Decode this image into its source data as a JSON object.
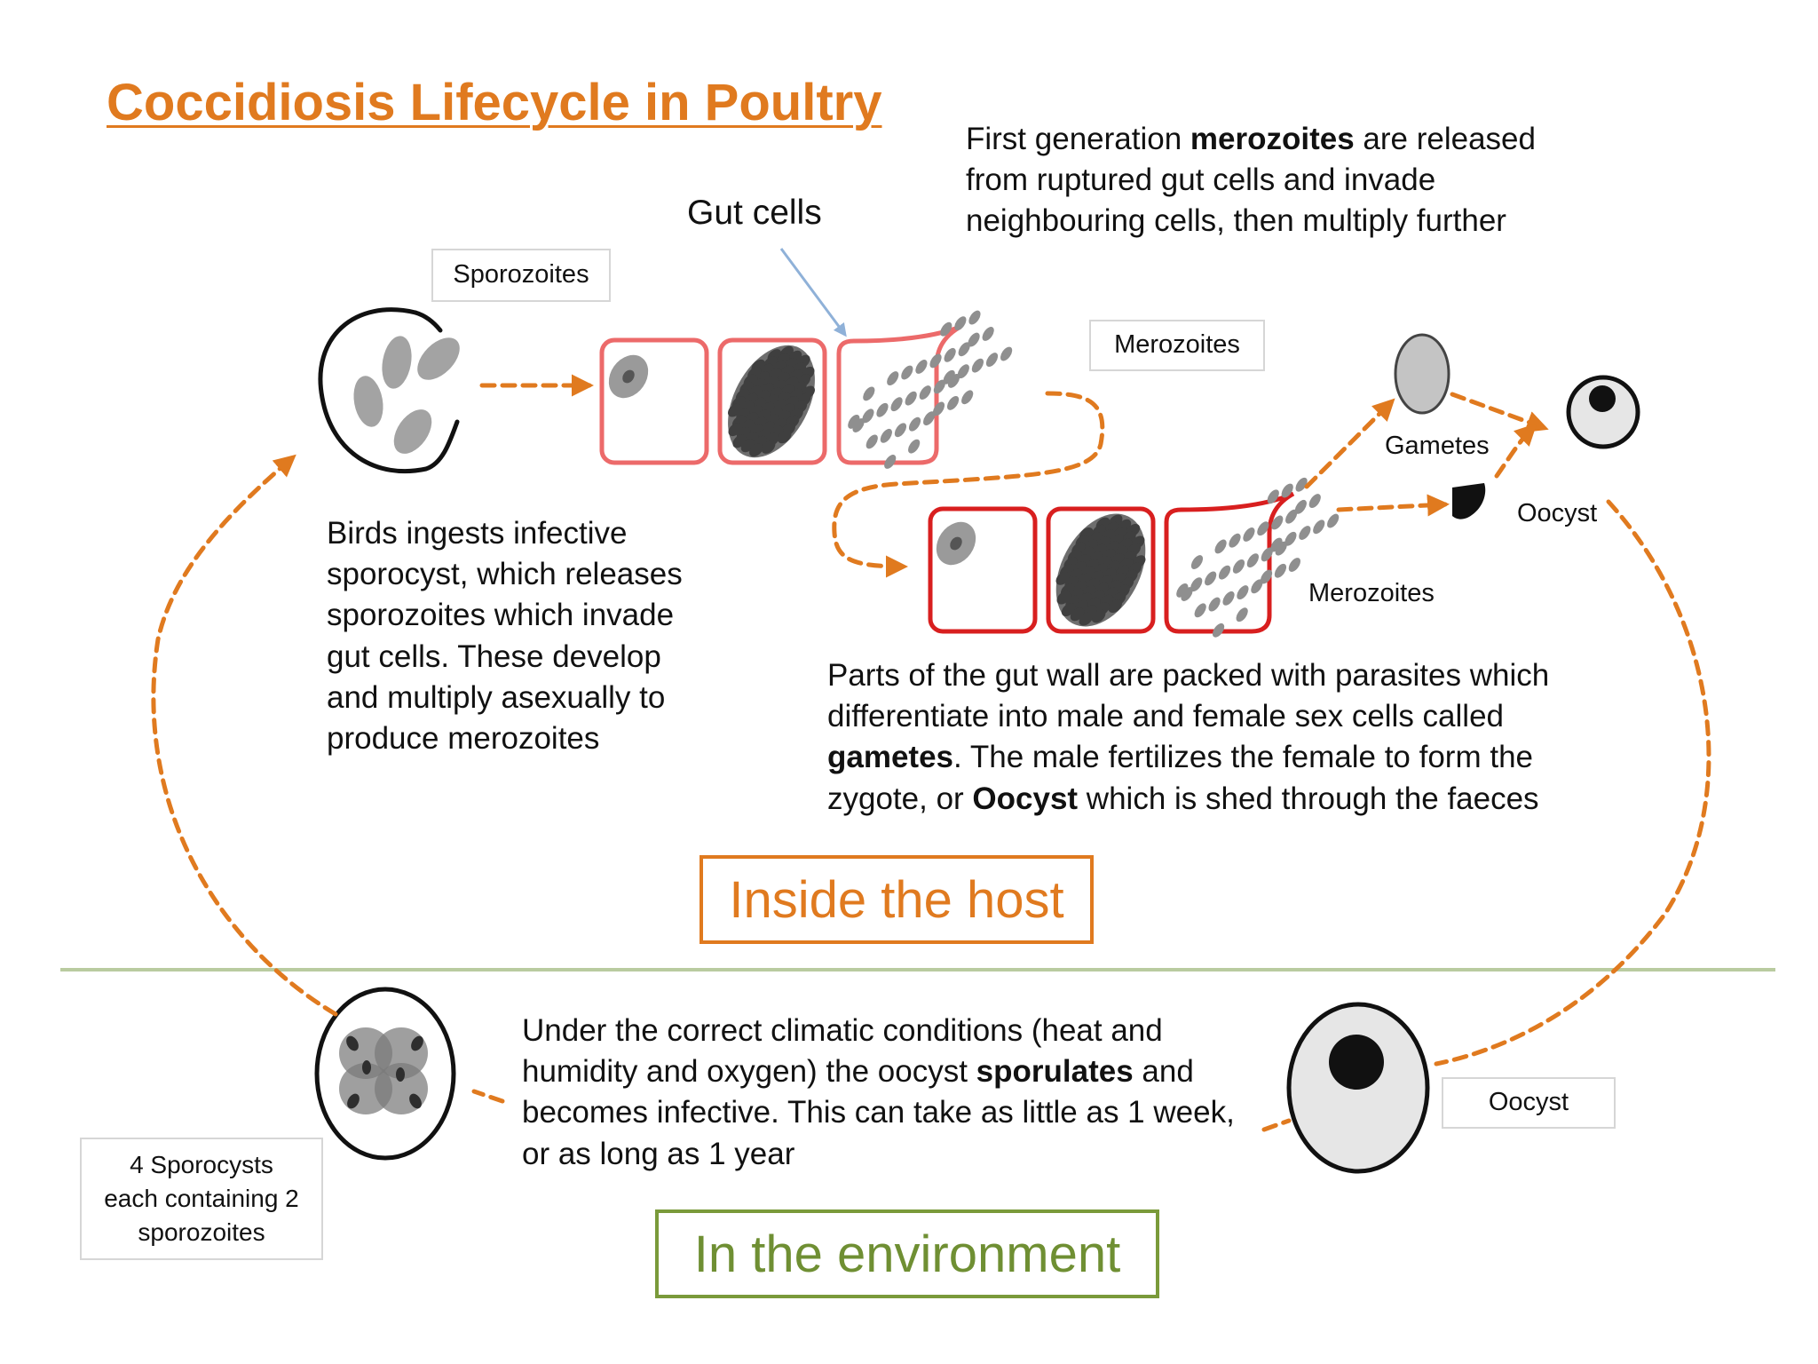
{
  "title": "Coccidiosis Lifecycle in Poultry",
  "labels": {
    "gut_cells": "Gut cells",
    "sporozoites": "Sporozoites",
    "merozoites_top": "Merozoites",
    "merozoites_bottom": "Merozoites",
    "gametes": "Gametes",
    "oocyst_host": "Oocyst",
    "oocyst_environment": "Oocyst",
    "sporocysts_line1": "4 Sporocysts",
    "sporocysts_line2": "each containing 2",
    "sporocysts_line3": "sporozoites"
  },
  "texts": {
    "first_generation": {
      "pre": "First generation ",
      "bold": "merozoites",
      "post": " are released from ruptured gut cells and invade neighbouring cells, then multiply further"
    },
    "ingestion": "Birds ingests infective sporocyst, which releases sporozoites which invade gut cells. These develop and multiply asexually to produce merozoites",
    "gut_wall": {
      "pre": "Parts of the gut wall are packed with parasites which differentiate into male and female sex cells called ",
      "bold1": "gametes",
      "mid": ". The male fertilizes the female to form the zygote, or ",
      "bold2": "Oocyst",
      "post": " which is shed through the faeces"
    },
    "sporulation": {
      "pre": "Under the correct climatic conditions (heat and humidity and oxygen) the oocyst ",
      "bold": "sporulates",
      "post": " and becomes infective. This can take as little as 1 week, or as long as 1 year"
    }
  },
  "zones": {
    "host": "Inside the host",
    "environment": "In the environment"
  },
  "colors": {
    "title": "#e07a1f",
    "arrow": "#e07a1f",
    "host_border": "#e07a1f",
    "host_text": "#e07a1f",
    "environment_border": "#7a9a3a",
    "environment_text": "#6f8f33",
    "divider": "#b9cba0",
    "cell_border_light": "#ec6a6a",
    "cell_border_dark": "#d81f1f",
    "pointer": "#8fb1d8"
  }
}
